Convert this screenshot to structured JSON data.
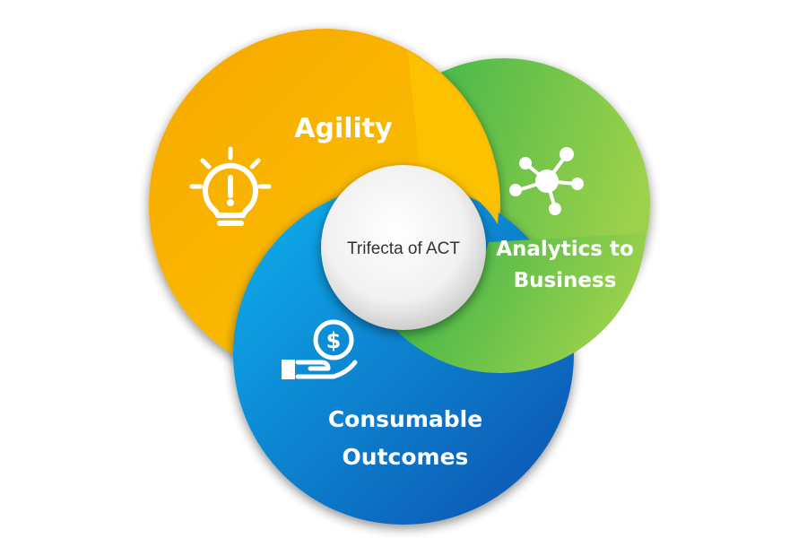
{
  "diagram": {
    "agility": {
      "label": "Agility",
      "icon": "lightbulb-icon",
      "color_from": "#f6a800",
      "color_to": "#ffd100"
    },
    "analytics": {
      "label_line1": "Analytics to",
      "label_line2": "Business",
      "icon": "network-hub-icon",
      "color_from": "#2eb04a",
      "color_to": "#9bd14b"
    },
    "consumable": {
      "label_line1": "Consumable",
      "label_line2": "Outcomes",
      "icon": "hand-dollar-icon",
      "color_from": "#0fa8e8",
      "color_to": "#0a58b4"
    },
    "center": {
      "label": "Trifecta of ACT"
    }
  }
}
